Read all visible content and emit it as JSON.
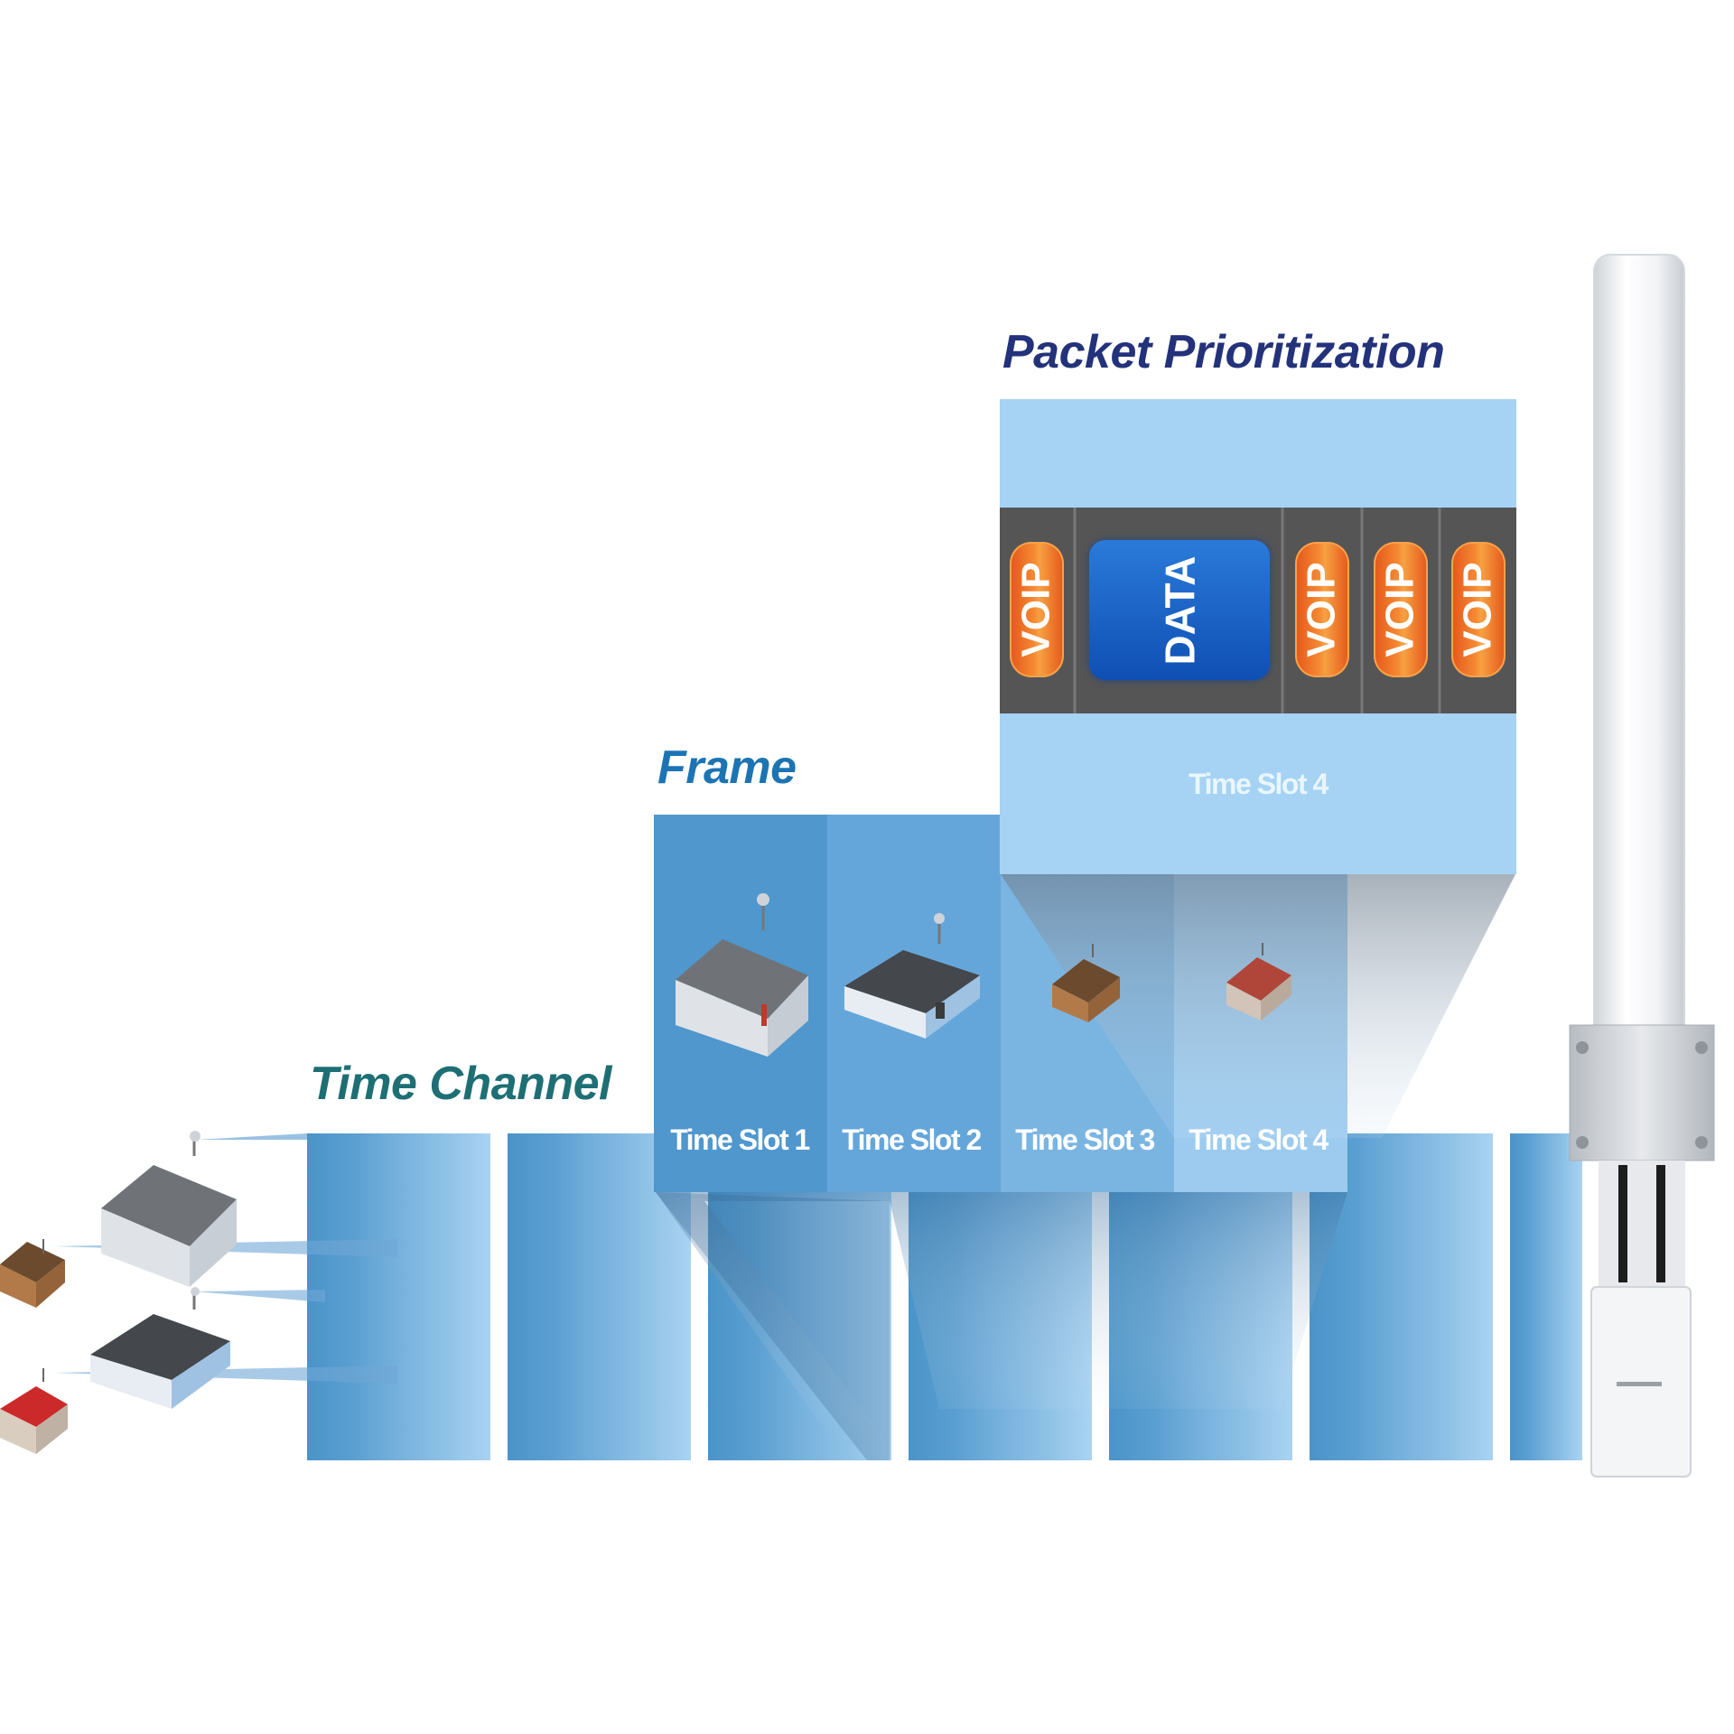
{
  "titles": {
    "time_channel": "Time Channel",
    "frame": "Frame",
    "packet_prioritization": "Packet Prioritization"
  },
  "frame_slots": [
    "Time Slot 1",
    "Time Slot 2",
    "Time Slot 3",
    "Time Slot 4"
  ],
  "packet_slot_label": "Time Slot 4",
  "packets": [
    "VOIP",
    "DATA",
    "VOIP",
    "VOIP",
    "VOIP"
  ],
  "colors": {
    "time_channel_title": "#1e6f74",
    "frame_title": "#1c74b3",
    "packet_title": "#23327a",
    "voip_orange": "#f58a33",
    "data_blue": "#1660c4",
    "dark_band": "#545454"
  },
  "icons": [
    "house-icon",
    "antenna-icon"
  ]
}
